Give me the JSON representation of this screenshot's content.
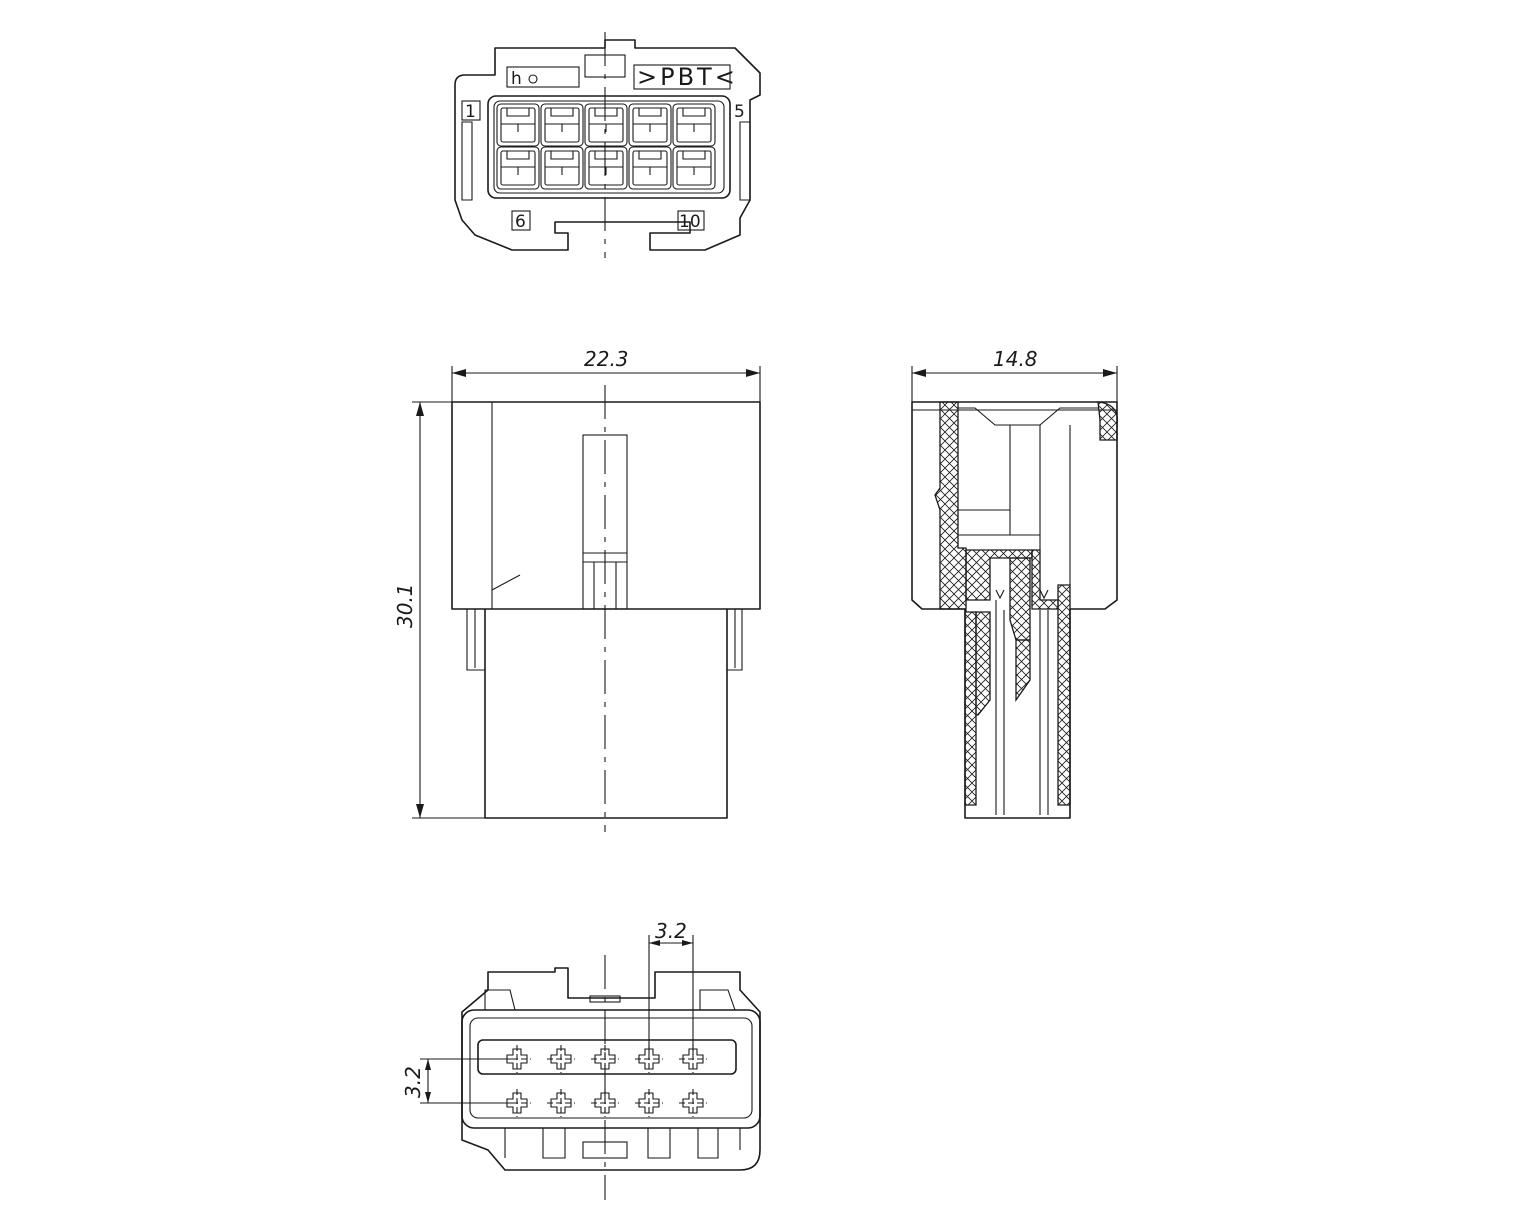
{
  "front_view": {
    "logo_mark": "h",
    "material_mark": ">PBT<",
    "pin_markers": [
      "1",
      "5",
      "6",
      "10"
    ]
  },
  "dimensions": {
    "width_front": "22.3",
    "height": "30.1",
    "width_side": "14.8",
    "pitch_horizontal": "3.2",
    "pitch_vertical": "3.2"
  }
}
